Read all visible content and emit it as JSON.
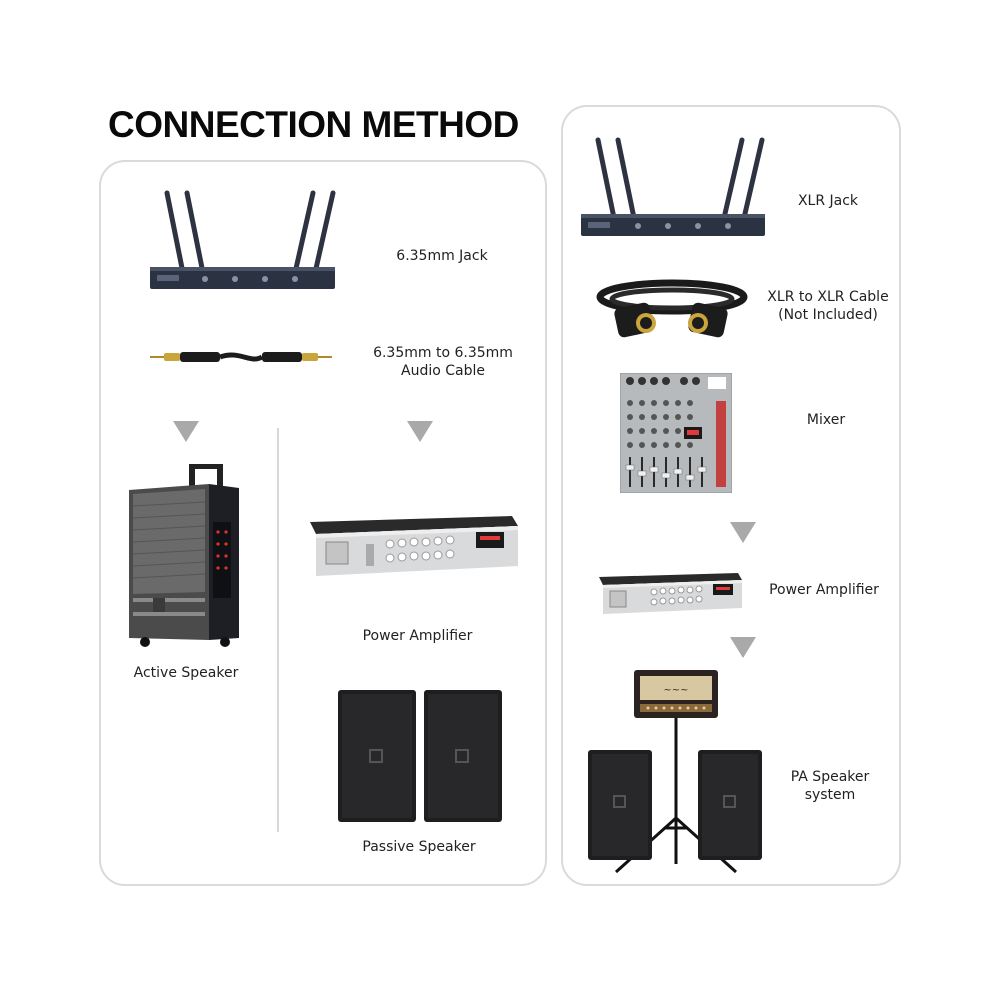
{
  "title": "CONNECTION METHOD",
  "left_panel": {
    "receiver_label": "6.35mm Jack",
    "cable_label": "6.35mm to 6.35mm\nAudio Cable",
    "active_speaker_label": "Active Speaker",
    "power_amplifier_label": "Power Amplifier",
    "passive_speaker_label": "Passive Speaker"
  },
  "right_panel": {
    "receiver_label": "XLR Jack",
    "cable_label": "XLR to XLR Cable\n(Not Included)",
    "mixer_label": "Mixer",
    "power_amplifier_label": "Power Amplifier",
    "pa_label": "PA Speaker\nsystem"
  },
  "colors": {
    "panel_border": "#dadada",
    "arrow": "#a9a9a9",
    "device_dark": "#2b2f3a",
    "silver": "#d9dadc"
  },
  "icons": [
    "wireless-receiver",
    "audio-cable",
    "active-speaker",
    "power-amplifier",
    "passive-speaker",
    "xlr-cable",
    "mixer",
    "guitar-amp",
    "speaker-stand",
    "down-arrow"
  ]
}
